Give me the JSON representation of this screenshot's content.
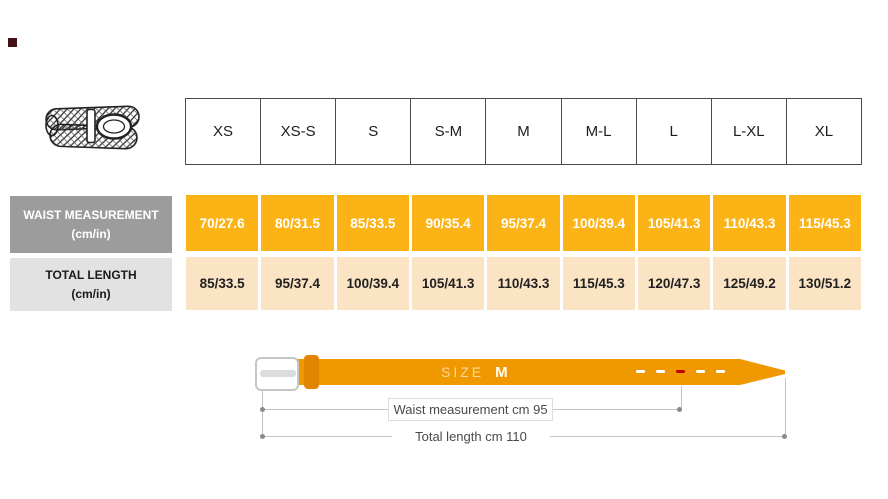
{
  "corner_marker": {
    "color": "#431014"
  },
  "icons": {
    "belt_illustration": "braided-belt-line-drawing"
  },
  "chart_data": {
    "type": "table",
    "columns": [
      "XS",
      "XS-S",
      "S",
      "S-M",
      "M",
      "M-L",
      "L",
      "L-XL",
      "XL"
    ],
    "rows": [
      {
        "label": "WAIST MEASUREMENT",
        "unit": "(cm/in)",
        "values": [
          "70/27.6",
          "80/31.5",
          "85/33.5",
          "90/35.4",
          "95/37.4",
          "100/39.4",
          "105/41.3",
          "110/43.3",
          "115/45.3"
        ]
      },
      {
        "label": "TOTAL LENGTH",
        "unit": "(cm/in)",
        "values": [
          "85/33.5",
          "95/37.4",
          "100/39.4",
          "105/41.3",
          "110/43.3",
          "115/45.3",
          "120/47.3",
          "125/49.2",
          "130/51.2"
        ]
      }
    ],
    "layout_hints": {
      "grid": "off",
      "legend": "none"
    }
  },
  "belt_diagram": {
    "size_label": "SIZE",
    "size_value": "M",
    "waist_annotation": "Waist measurement cm 95",
    "length_annotation": "Total length cm 110"
  },
  "colors": {
    "waist_cell": "#fcb316",
    "length_cell": "#fbe4c4",
    "waist_label_bg": "#9c9c9c",
    "length_label_bg": "#e2e2e2",
    "strap": "#f09800",
    "keeper": "#e28500",
    "hole_marker_red": "#c00000",
    "annotation_line": "#c4c4c4"
  }
}
